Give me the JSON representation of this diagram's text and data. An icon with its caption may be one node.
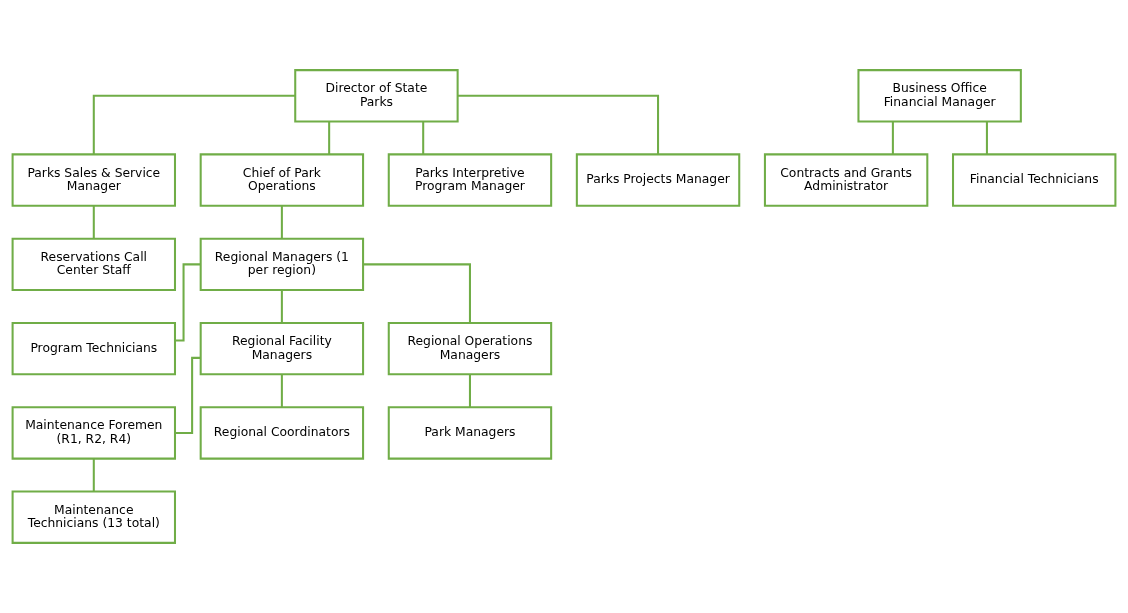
{
  "diagram": {
    "nodes": [
      {
        "text": [
          "Director of State Parks"
        ]
      },
      {
        "text": [
          "Parks Sales & Service Manager"
        ]
      },
      {
        "text": [
          "Chief of Park Operations"
        ]
      },
      {
        "text": [
          "Parks Interpretive Program Manager"
        ]
      },
      {
        "text": [
          "Parks Projects Manager"
        ]
      },
      {
        "text": [
          "Reservations Call Center Staff"
        ]
      },
      {
        "text": [
          "Regional Managers (1 per region)"
        ]
      },
      {
        "text": [
          "Program Technicians"
        ]
      },
      {
        "text": [
          "Regional Facility Managers"
        ]
      },
      {
        "text": [
          "Regional Operations Managers"
        ]
      },
      {
        "text": [
          "Maintenance Foremen (R1, R2, R4)"
        ]
      },
      {
        "text": [
          "Regional Coordinators"
        ]
      },
      {
        "text": [
          "Park Managers"
        ]
      },
      {
        "text": [
          "Maintenance Technicians (13 total)"
        ]
      },
      {
        "text": [
          "Business Office Financial Manager"
        ]
      },
      {
        "text": [
          "Contracts and Grants Administrator"
        ]
      },
      {
        "text": [
          "Financial Technicians"
        ]
      }
    ],
    "edges": [
      {
        "from": 0,
        "to": 1,
        "arrow": "none"
      },
      {
        "from": 0,
        "to": 2,
        "arrow": "none"
      },
      {
        "from": 0,
        "to": 3,
        "arrow": "none"
      },
      {
        "from": 0,
        "to": 4,
        "arrow": "none"
      },
      {
        "from": 1,
        "to": 5,
        "arrow": "none"
      },
      {
        "from": 2,
        "to": 6,
        "arrow": "none"
      },
      {
        "from": 6,
        "to": 7,
        "arrow": "none"
      },
      {
        "from": 6,
        "to": 8,
        "arrow": "none"
      },
      {
        "from": 6,
        "to": 9,
        "arrow": "none"
      },
      {
        "from": 8,
        "to": 10,
        "arrow": "none"
      },
      {
        "from": 8,
        "to": 11,
        "arrow": "none"
      },
      {
        "from": 9,
        "to": 12,
        "arrow": "none"
      },
      {
        "from": 10,
        "to": 13,
        "arrow": "none"
      },
      {
        "from": 14,
        "to": 15,
        "arrow": "none"
      },
      {
        "from": 14,
        "to": 16,
        "arrow": "none"
      }
    ]
  }
}
